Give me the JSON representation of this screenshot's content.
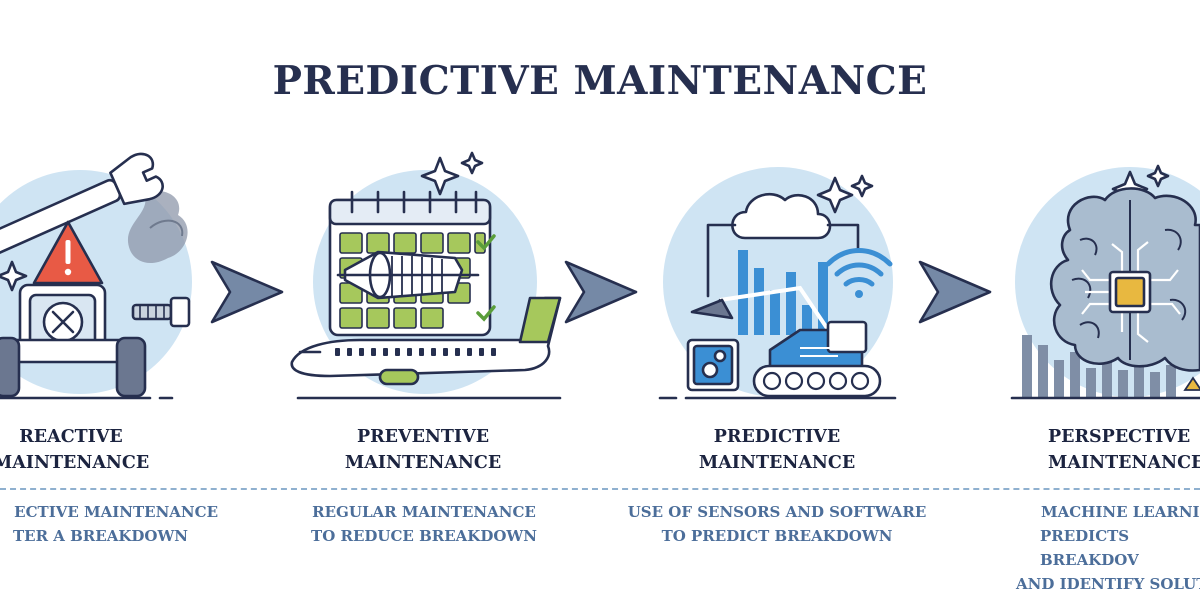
{
  "title": "PREDICTIVE MAINTENANCE",
  "colors": {
    "navy": "#262f4f",
    "circle": "#cfe4f3",
    "accent_blue": "#3b8fd4",
    "green": "#8fc156",
    "warning_red": "#e85a45",
    "gold": "#e8b840",
    "desc_blue": "#4c6e9a"
  },
  "stages": [
    {
      "title_line1": "REACTIVE",
      "title_line2": "MAINTENANCE",
      "desc_line1": "ECTIVE MAINTENANCE",
      "desc_line2": "TER A BREAKDOWN",
      "icon": "broken-machine-wrench-icon"
    },
    {
      "title_line1": "PREVENTIVE",
      "title_line2": "MAINTENANCE",
      "desc_line1": "REGULAR MAINTENANCE",
      "desc_line2": "TO REDUCE BREAKDOWN",
      "icon": "calendar-airplane-icon"
    },
    {
      "title_line1": "PREDICTIVE",
      "title_line2": "MAINTENANCE",
      "desc_line1": "USE OF SENSORS AND SOFTWARE",
      "desc_line2": "TO PREDICT BREAKDOWN",
      "icon": "cloud-sensor-excavator-icon"
    },
    {
      "title_line1": "PERSPECTIVE",
      "title_line2": "MAINTENANCE",
      "desc_line1": "MACHINE LEARNIN",
      "desc_line2": "PREDICTS BREAKDOV",
      "desc_line3": "AND IDENTIFY SOLUT",
      "icon": "brain-chip-icon"
    }
  ]
}
